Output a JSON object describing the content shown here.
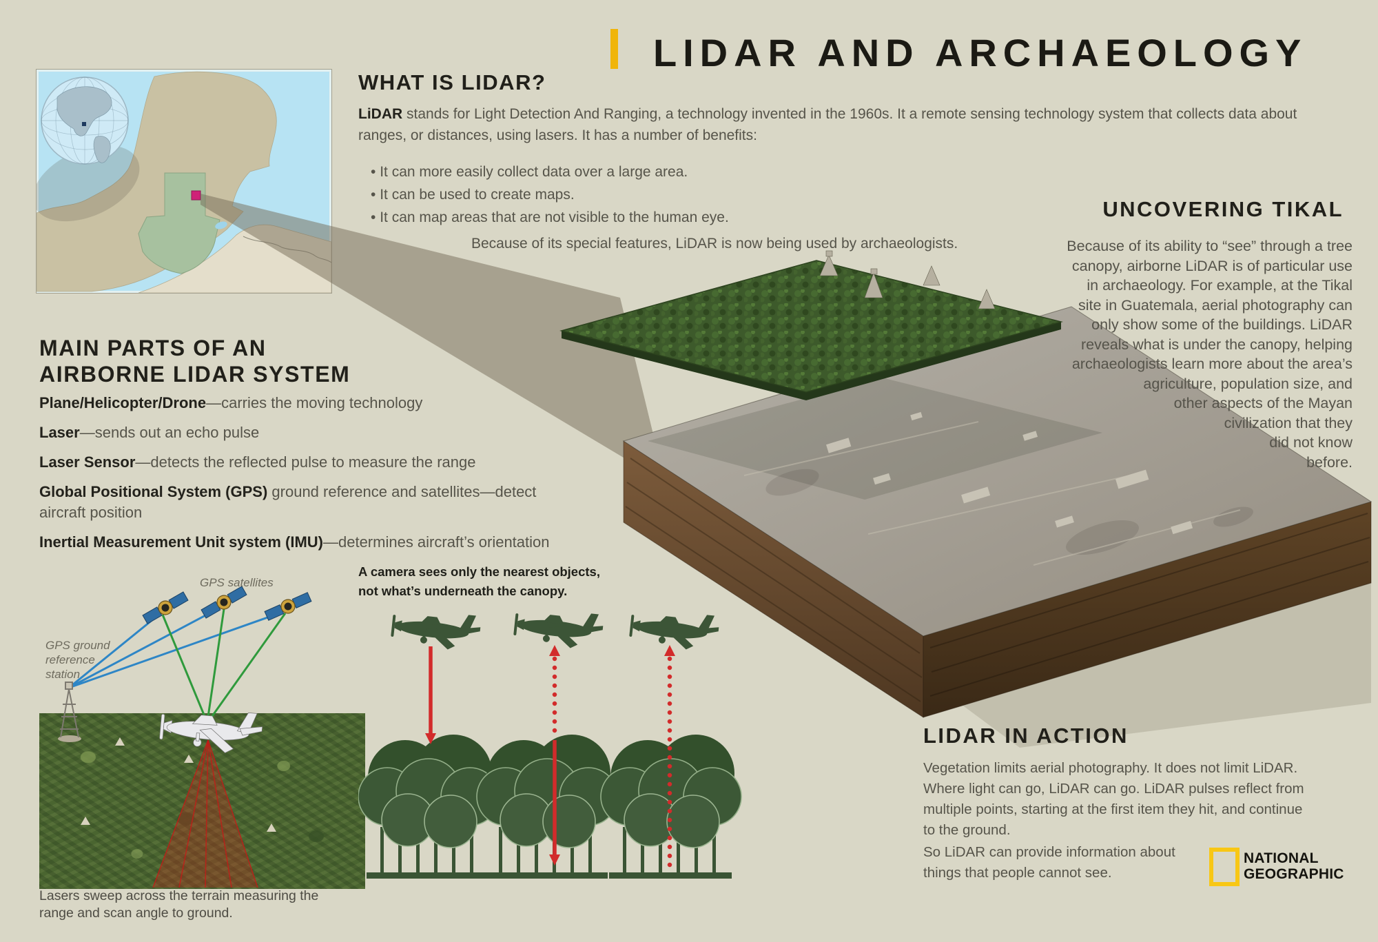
{
  "header": {
    "title": "LIDAR AND ARCHAEOLOGY",
    "accent_color": "#f0b50a"
  },
  "what_is_lidar": {
    "heading": "WHAT IS LIDAR?",
    "lead_term": "LiDAR",
    "lead_rest": " stands for Light Detection And Ranging, a technology invented in the 1960s. It a remote sensing technology system that collects data about ranges, or distances, using lasers. It has a number of benefits:",
    "bullets": [
      "It can more easily collect data over a large area.",
      "It can be used to create maps.",
      "It can map areas that are not visible to the human eye."
    ],
    "closing": "Because of its special features, LiDAR is now being used by archaeologists."
  },
  "uncovering_tikal": {
    "heading": "UNCOVERING TIKAL",
    "lines": [
      "Because of its ability to “see” through a tree",
      "canopy, airborne LiDAR is of particular use",
      "in archaeology. For example, at the Tikal",
      "site in Guatemala, aerial photography can",
      "only show some of the buildings. LiDAR",
      "reveals what is under the canopy, helping",
      "archaeologists learn more about the area’s",
      "agriculture, population size, and",
      "other aspects of the Mayan",
      "civilization that they",
      "did not know",
      "before."
    ]
  },
  "main_parts": {
    "heading": "MAIN PARTS OF AN AIRBORNE LIDAR SYSTEM",
    "items": [
      {
        "term": "Plane/Helicopter/Drone",
        "rest": "—carries the moving technology"
      },
      {
        "term": "Laser",
        "rest": "—sends out an echo pulse"
      },
      {
        "term": "Laser Sensor",
        "rest": "—detects the reflected pulse to measure the range"
      },
      {
        "term": "Global Positional System (GPS)",
        "rest": " ground reference and satellites—detect aircraft position"
      },
      {
        "term": "Inertial Measurement Unit system (IMU)",
        "rest": "—determines aircraft’s orientation"
      }
    ]
  },
  "gps_diagram": {
    "satellites_label": "GPS satellites",
    "station_label": "GPS ground reference station",
    "caption": "Lasers sweep across the terrain measuring the range and scan angle to ground."
  },
  "camera_note": {
    "text": "A camera sees only the nearest objects, not what’s underneath the canopy."
  },
  "lidar_in_action": {
    "heading": "LIDAR IN ACTION",
    "para1": "Vegetation limits aerial photography. It does not limit LiDAR. Where light can go, LiDAR can go. LiDAR pulses reflect from multiple points, starting at the first item they hit, and continue to the ground.",
    "para2": "So LiDAR can provide information about things that people cannot see."
  },
  "logo": {
    "name": "National Geographic",
    "line1": "NATIONAL",
    "line2": "GEOGRAPHIC",
    "frame_color": "#f8c715"
  },
  "colors": {
    "background": "#d9d7c6",
    "accent_yellow": "#f0b50a",
    "arrow_red": "#d22b2b",
    "tree_green": "#3c5537",
    "map_water_blue": "#b7e3f3",
    "map_highlight_green": "#a7c19f",
    "map_marker_pink": "#cf2178"
  }
}
